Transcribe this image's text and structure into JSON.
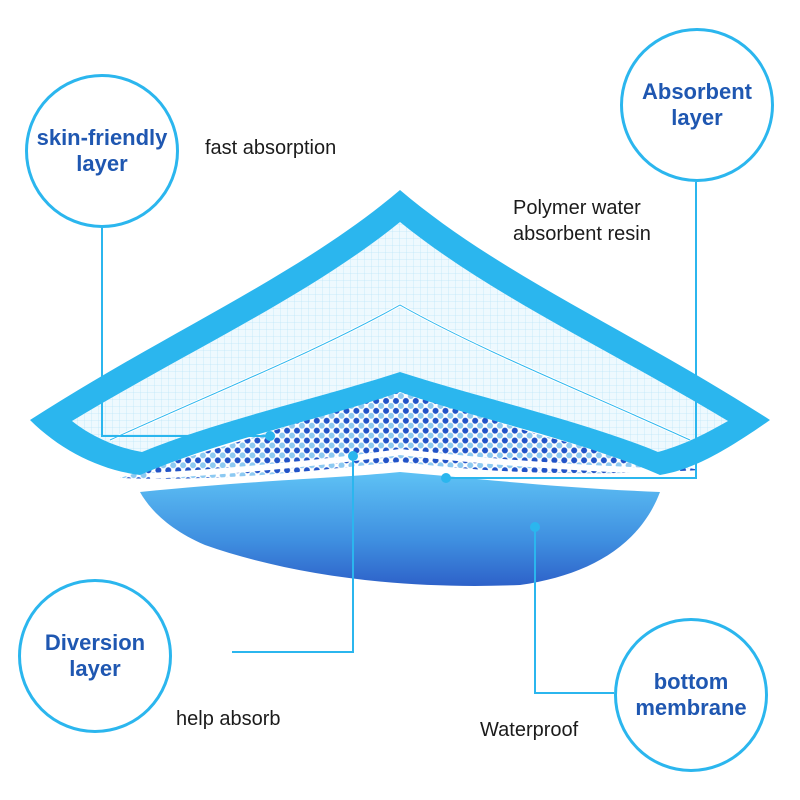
{
  "bubbles": {
    "skin_friendly": "skin-friendly\nlayer",
    "absorbent": "Absorbent\nlayer",
    "diversion": "Diversion\nlayer",
    "bottom": "bottom\nmembrane"
  },
  "notes": {
    "fast_absorption": "fast absorption",
    "polymer": "Polymer water\nabsorbent resin",
    "help_absorb": "help absorb",
    "waterproof": "Waterproof"
  },
  "colors": {
    "frame": "#2bb6ee",
    "label_text": "#1f57b1",
    "note_text": "#1b1b1b",
    "dots_light": "#8cc9f2",
    "dots_dark": "#2153c7",
    "membrane_top": "#5ec2f5",
    "membrane_bottom": "#2e62c9"
  }
}
